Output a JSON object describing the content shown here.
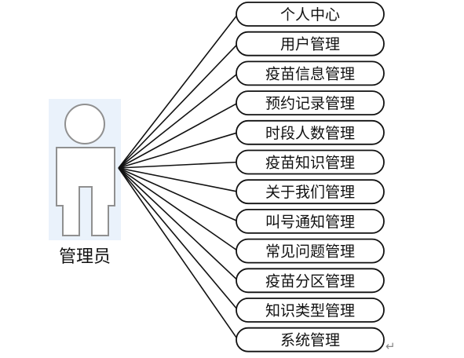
{
  "actor": {
    "label": "管理员",
    "icon": "person-outline-icon"
  },
  "use_cases": [
    "个人中心",
    "用户管理",
    "疫苗信息管理",
    "预约记录管理",
    "时段人数管理",
    "疫苗知识管理",
    "关于我们管理",
    "叫号通知管理",
    "常见问题管理",
    "疫苗分区管理",
    "知识类型管理",
    "系统管理"
  ],
  "return_mark": "↵",
  "colors": {
    "stroke": "#111111",
    "actor_stroke": "#909090",
    "actor_bg": "#eaf2fb"
  }
}
